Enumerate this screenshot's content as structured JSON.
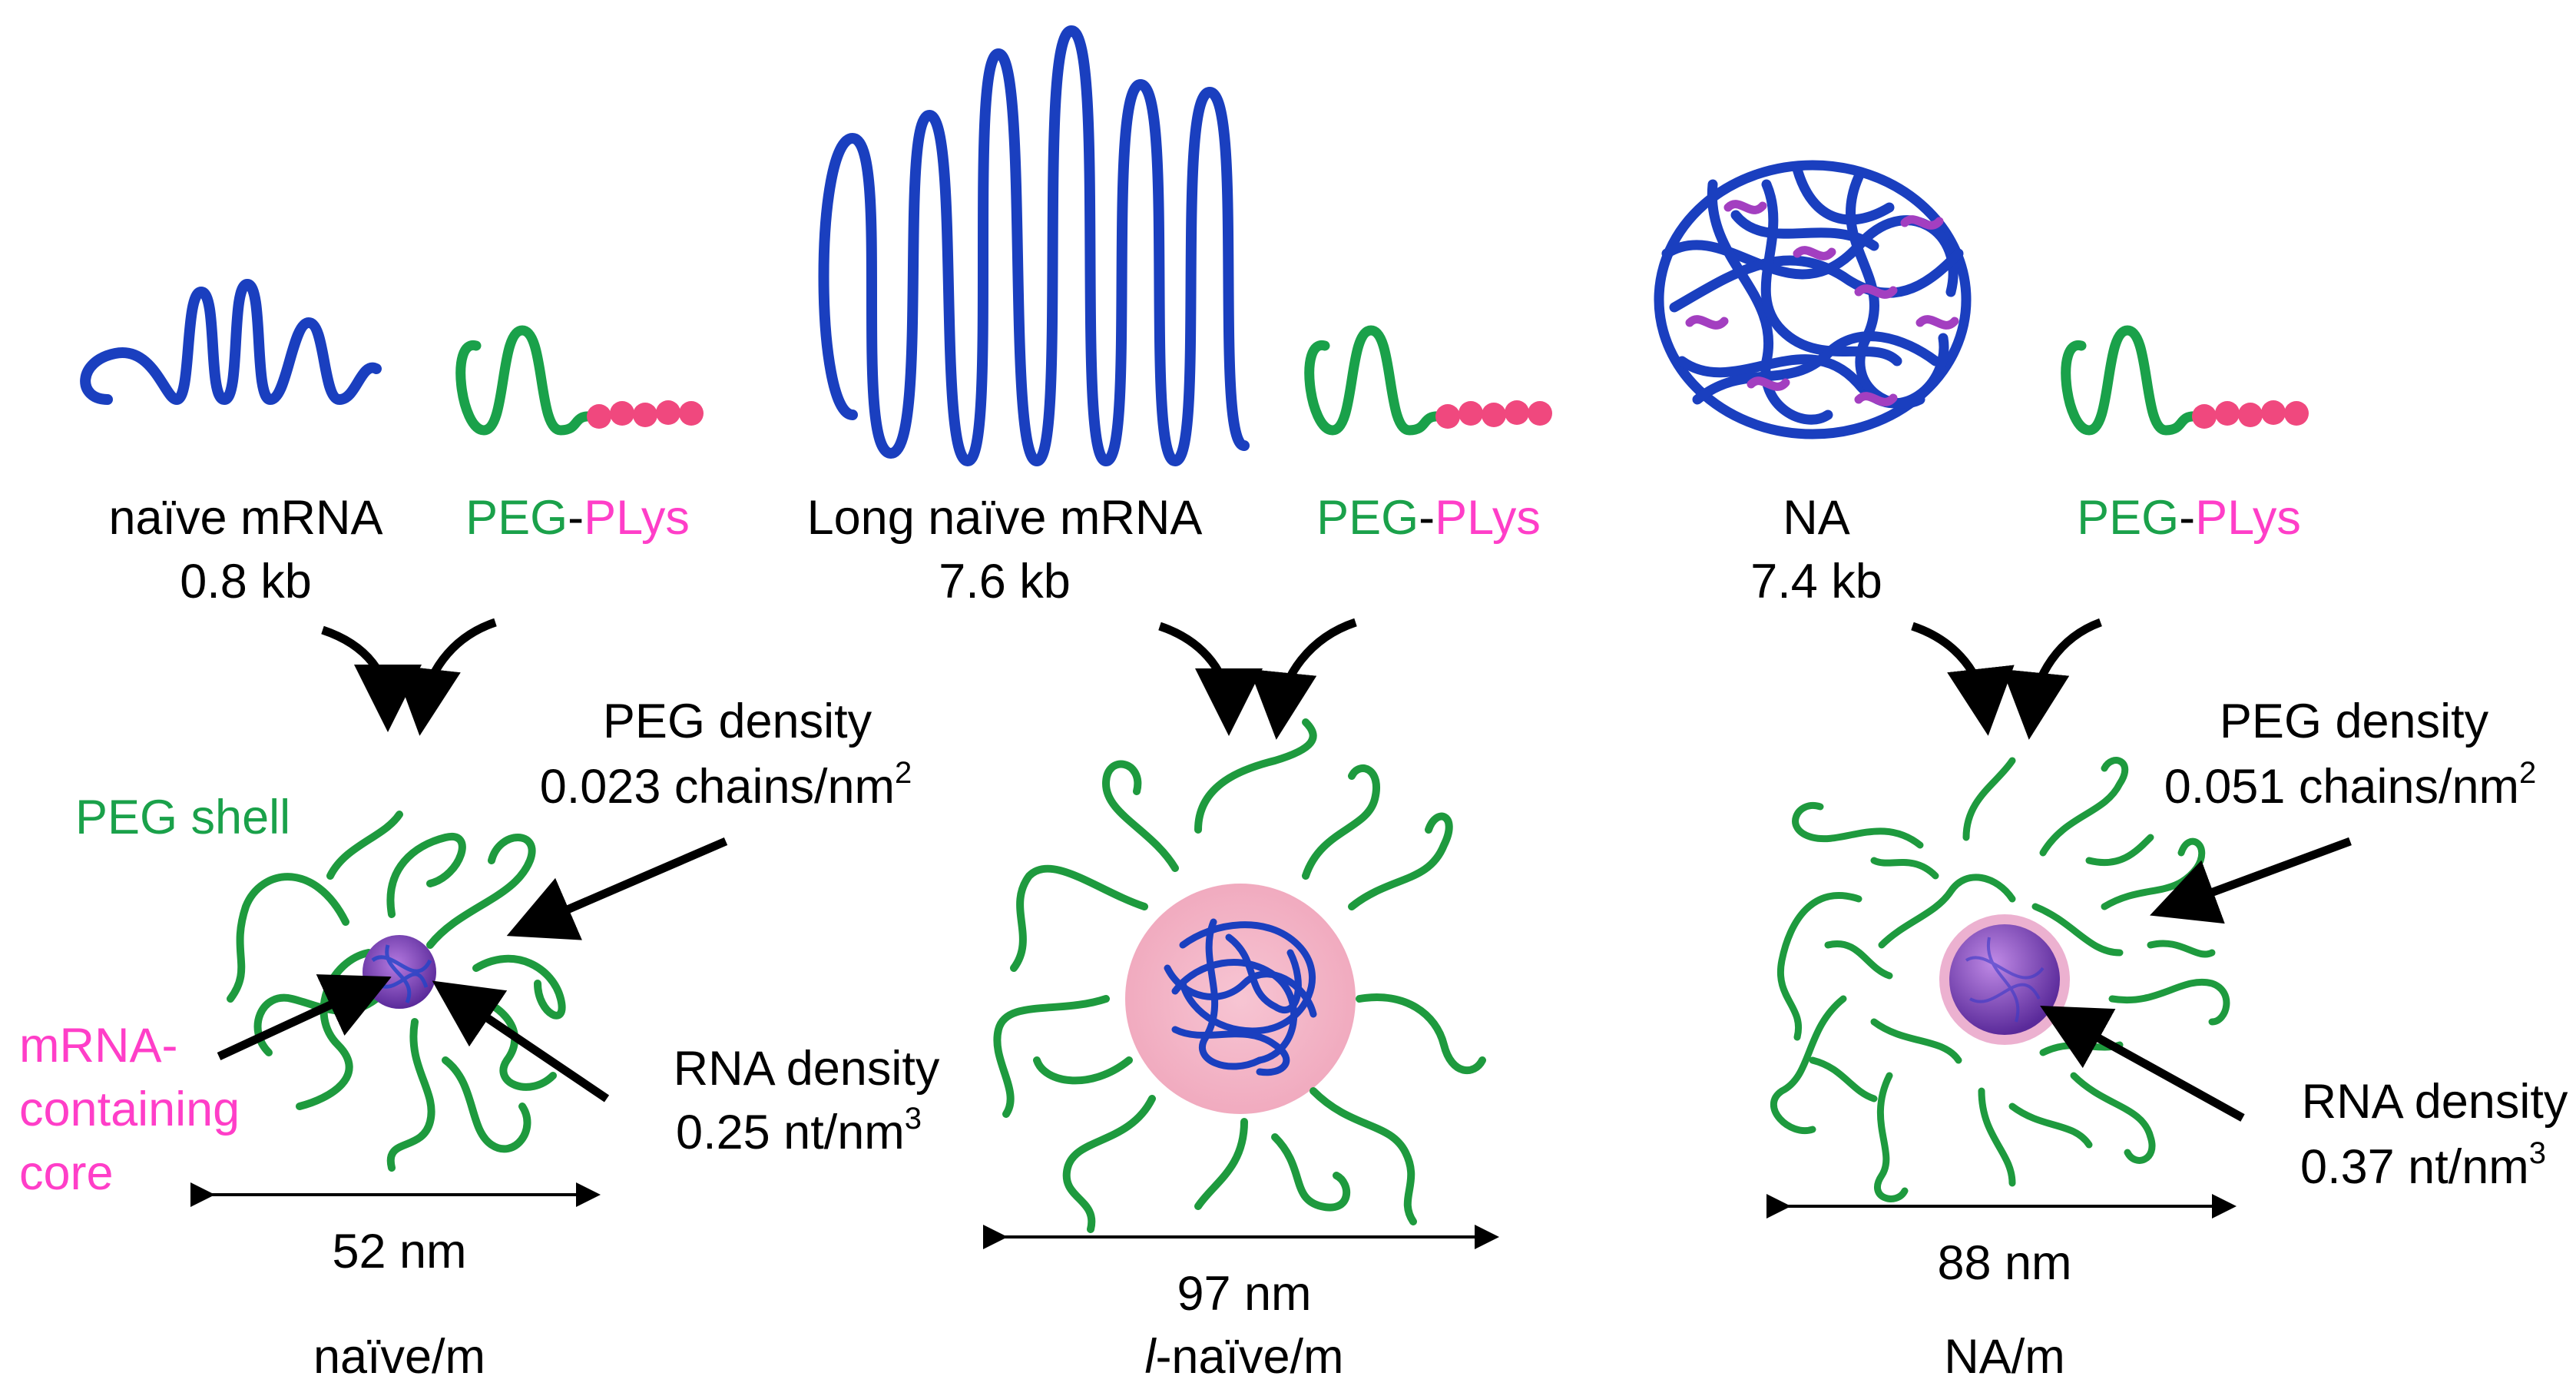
{
  "colors": {
    "mrna_blue": "#1a3fbf",
    "peg_green": "#1aa14a",
    "plys_pink": "#ff3ec8",
    "bead_pink": "#f0487e",
    "core_pink": "#f4b6c6",
    "core_purple": "#7a3fb5",
    "arrow_black": "#000000"
  },
  "panels": [
    {
      "id": "naive",
      "rna_label": "naïve mRNA",
      "rna_size": "0.8 kb",
      "polymer": {
        "peg": "PEG",
        "dash": "-",
        "plys": "PLys"
      },
      "peg_density_label": "PEG density",
      "peg_density_value": "0.023 chains/nm",
      "peg_density_exp": "2",
      "rna_density_label": "RNA density",
      "rna_density_value": "0.25 nt/nm",
      "rna_density_exp": "3",
      "diameter": "52 nm",
      "name": "naïve/m",
      "shell_label": "PEG shell",
      "core_label": [
        "mRNA-",
        "containing",
        "core"
      ]
    },
    {
      "id": "long-naive",
      "rna_label": "Long naïve mRNA",
      "rna_size": "7.6 kb",
      "polymer": {
        "peg": "PEG",
        "dash": "-",
        "plys": "PLys"
      },
      "diameter": "97 nm",
      "name_prefix": "l",
      "name_suffix": "-naïve/m"
    },
    {
      "id": "na",
      "rna_label": "NA",
      "rna_size": "7.4 kb",
      "polymer": {
        "peg": "PEG",
        "dash": "-",
        "plys": "PLys"
      },
      "peg_density_label": "PEG density",
      "peg_density_value": "0.051 chains/nm",
      "peg_density_exp": "2",
      "rna_density_label": "RNA density",
      "rna_density_value": "0.37 nt/nm",
      "rna_density_exp": "3",
      "diameter": "88 nm",
      "name": "NA/m"
    }
  ]
}
